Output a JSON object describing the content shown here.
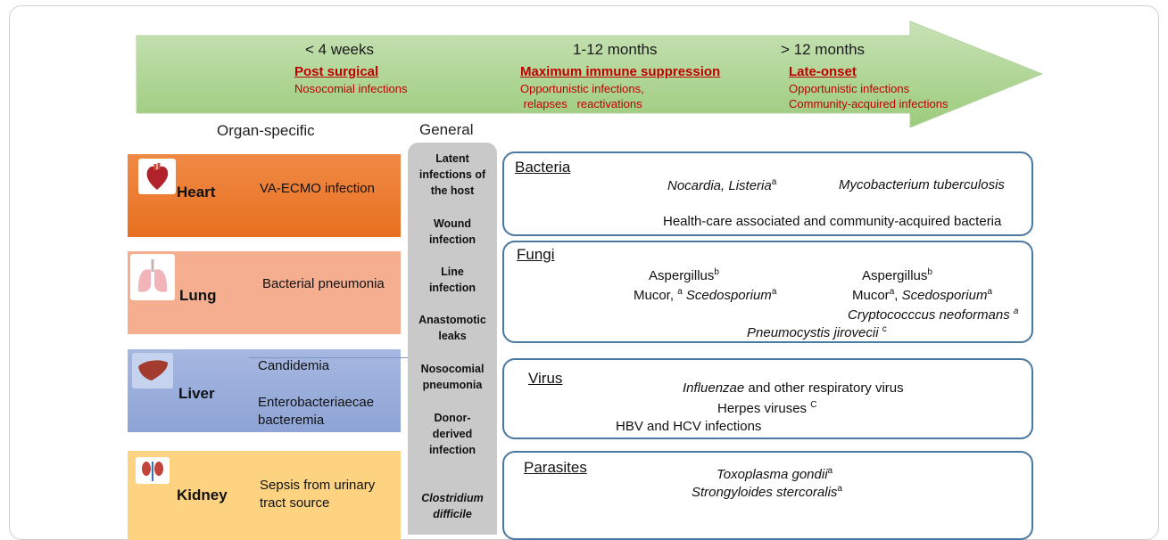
{
  "timeline": {
    "phases": [
      {
        "header": "< 4 weeks",
        "title": "Post surgical",
        "notes": [
          "Nosocomial infections"
        ]
      },
      {
        "header": "1-12 months",
        "title": "Maximum immune suppression",
        "notes": [
          "Opportunistic infections,",
          " relapses   reactivations"
        ]
      },
      {
        "header": "> 12 months",
        "title": "Late-onset",
        "notes": [
          "Opportunistic infections",
          "Community-acquired infections"
        ]
      }
    ]
  },
  "columns": {
    "organ": "Organ-specific",
    "general": "General"
  },
  "organs": [
    {
      "name": "Heart",
      "desc": "VA-ECMO infection",
      "icon": "heart-icon",
      "color": "#ee7a30"
    },
    {
      "name": "Lung",
      "desc": "Bacterial pneumonia",
      "icon": "lungs-icon",
      "color": "#f5ae90"
    },
    {
      "name": "Liver",
      "desc1": "Candidemia",
      "desc2": "Enterobacteriaecae",
      "desc3": "bacteremia",
      "icon": "liver-icon",
      "color": "#94a9d8"
    },
    {
      "name": "Kidney",
      "desc1": "Sepsis from urinary",
      "desc2": "tract source",
      "icon": "kidney-icon",
      "color": "#fdd382"
    }
  ],
  "general": {
    "items": [
      {
        "lines": [
          "Latent",
          "infections of",
          "the host"
        ]
      },
      {
        "lines": [
          "Wound",
          "infection"
        ]
      },
      {
        "lines": [
          "Line",
          "infection"
        ]
      },
      {
        "lines": [
          "Anastomotic",
          "leaks"
        ]
      },
      {
        "lines": [
          "Nosocomial",
          "pneumonia"
        ]
      },
      {
        "lines": [
          "Donor-",
          "derived",
          "infection"
        ]
      },
      {
        "lines": [
          "Clostridium",
          "difficile"
        ]
      }
    ]
  },
  "pathogens": {
    "bacteria": {
      "title": "Bacteria",
      "nocardia": "Nocardia, Listeria",
      "nocardia_sup": "a",
      "myco": "Mycobacterium tuberculosis",
      "hca": "Health-care associated and community-acquired bacteria"
    },
    "fungi": {
      "title": "Fungi",
      "asp1": "Aspergillus",
      "asp1_sup": "b",
      "asp2": "Aspergillus",
      "asp2_sup": "b",
      "mucor1_a": "Mucor,",
      "mucor1_sup": "a",
      "scedo1": "Scedosporium",
      "scedo1_sup": "a",
      "mucor2": "Mucor",
      "mucor2_sup": "a",
      "scedo2": "Scedosporium",
      "scedo2_sup": "a",
      "crypto": "Cryptococccus neoformans",
      "crypto_sup": "a",
      "pneumo": "Pneumocystis jirovecii",
      "pneumo_sup": "c"
    },
    "virus": {
      "title": "Virus",
      "flu_italic": "Influenzae",
      "flu_rest": " and other respiratory virus",
      "herpes": "Herpes viruses",
      "herpes_sup": "C",
      "hbv": "HBV and HCV infections"
    },
    "parasites": {
      "title": "Parasites",
      "toxo": "Toxoplasma gondii",
      "toxo_sup": "a",
      "strongy": "Strongyloides stercoralis",
      "strongy_sup": "a"
    }
  },
  "colors": {
    "arrow_fill": "#a9d18e",
    "accent_red": "#c00000",
    "box_border": "#4a78a0",
    "general_fill": "#c9c9c9"
  }
}
